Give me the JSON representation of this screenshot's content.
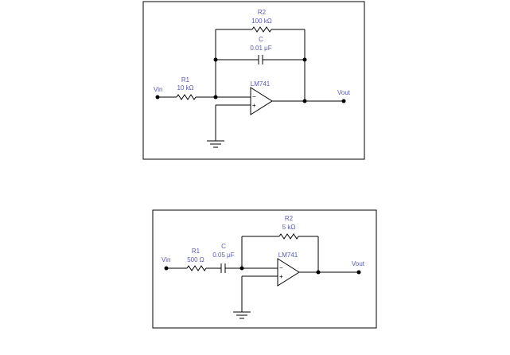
{
  "circuit_top": {
    "vin": "Vin",
    "vout": "Vout",
    "r1": {
      "name": "R1",
      "value": "10 kΩ"
    },
    "r2": {
      "name": "R2",
      "value": "100 kΩ"
    },
    "c": {
      "name": "C",
      "value": "0.01 μF"
    },
    "opamp": {
      "name": "LM741",
      "minus": "−",
      "plus": "+"
    }
  },
  "circuit_bottom": {
    "vin": "Vin",
    "vout": "Vout",
    "r1": {
      "name": "R1",
      "value": "500 Ω"
    },
    "r2": {
      "name": "R2",
      "value": "5 kΩ"
    },
    "c": {
      "name": "C",
      "value": "0.05 μF"
    },
    "opamp": {
      "name": "LM741",
      "minus": "−",
      "plus": "+"
    }
  }
}
